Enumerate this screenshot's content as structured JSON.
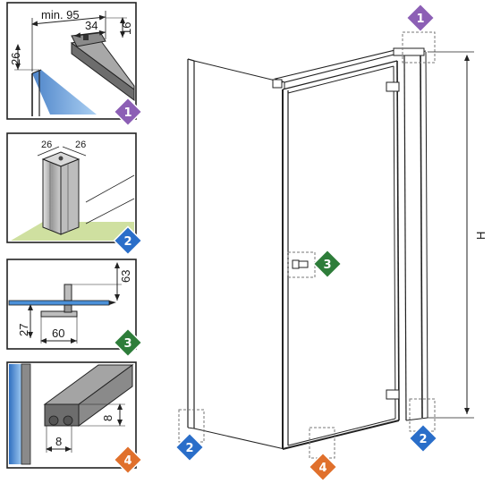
{
  "colors": {
    "badge_1": "#8c5fb5",
    "badge_2": "#2a6ec9",
    "badge_3": "#2e7d3a",
    "badge_4": "#e0702c",
    "glass_blue": "#4a90d9",
    "floor_green": "#cfe0a0"
  },
  "badges": {
    "one": "1",
    "two": "2",
    "three": "3",
    "four": "4"
  },
  "detail_1": {
    "min_width": "min. 95",
    "depth": "34",
    "height": "16",
    "side": "26"
  },
  "detail_2": {
    "left": "26",
    "right": "26"
  },
  "detail_3": {
    "top": "63",
    "left": "27",
    "bottom": "60"
  },
  "detail_4": {
    "vertical": "8",
    "horizontal": "8"
  },
  "main": {
    "height_label": "H"
  }
}
